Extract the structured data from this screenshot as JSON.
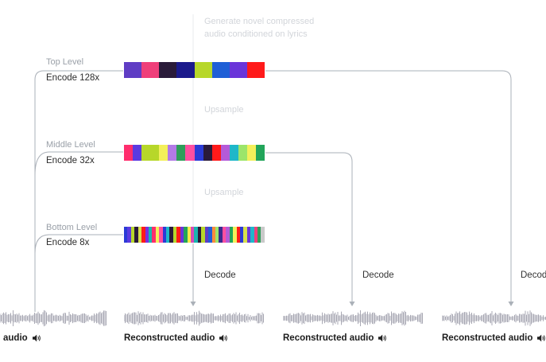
{
  "generate_label": [
    "Generate novel compressed",
    "audio conditioned on lyrics"
  ],
  "upsample_label": "Upsample",
  "levels": [
    {
      "name": "Top Level",
      "encode": "Encode 128x",
      "tokens": [
        "#5f3dc4",
        "#ef3f7a",
        "#2a1b3a",
        "#1b1a8c",
        "#b7d72a",
        "#1f5fd6",
        "#6a35d9",
        "#ff1a1a"
      ]
    },
    {
      "name": "Middle Level",
      "encode": "Encode 32x",
      "tokens": [
        "#ff2d6d",
        "#5b3ae0",
        "#b7d72a",
        "#b7d72a",
        "#f3f05a",
        "#b27ae6",
        "#2e9e5a",
        "#ff4fa0",
        "#2b3bd6",
        "#2a1b3a",
        "#ff1a1a",
        "#b45ad8",
        "#1fb7c9",
        "#9ce56a",
        "#f3f05a",
        "#22a55a"
      ]
    },
    {
      "name": "Bottom Level",
      "encode": "Encode 8x",
      "tokens": [
        "#2b3bd6",
        "#5b3ae0",
        "#b7d72a",
        "#2a1b3a",
        "#d7e04a",
        "#ff1a1a",
        "#7a2ee0",
        "#18b6b0",
        "#ff2d6d",
        "#f3f05a",
        "#ff4fa0",
        "#2b3bd6",
        "#1fb7c9",
        "#2a1b3a",
        "#b7d72a",
        "#ff1a1a",
        "#6a35d9",
        "#22a55a",
        "#ffe84a",
        "#d64ab6",
        "#18b6b0",
        "#2a1b3a",
        "#b7d72a",
        "#5f3dc4",
        "#1f5fd6",
        "#ff8a3d",
        "#9ce56a",
        "#3a2a90",
        "#ff4fa0",
        "#b45ad8",
        "#22a55a",
        "#f3f05a",
        "#ff1a1a",
        "#2b3bd6",
        "#d7e04a",
        "#6a35d9",
        "#1fb7c9",
        "#ef3f7a",
        "#2e9e5a",
        "#c9c9c9"
      ]
    }
  ],
  "decode_label": "Decode",
  "audio": [
    {
      "caption": "audio"
    },
    {
      "caption": "Reconstructed audio"
    },
    {
      "caption": "Reconstructed audio"
    },
    {
      "caption": "Reconstructed audio"
    }
  ],
  "colors": {
    "line": "#aab0b8",
    "faded_line": "#eceef1",
    "wave": "#a9a9b4"
  }
}
